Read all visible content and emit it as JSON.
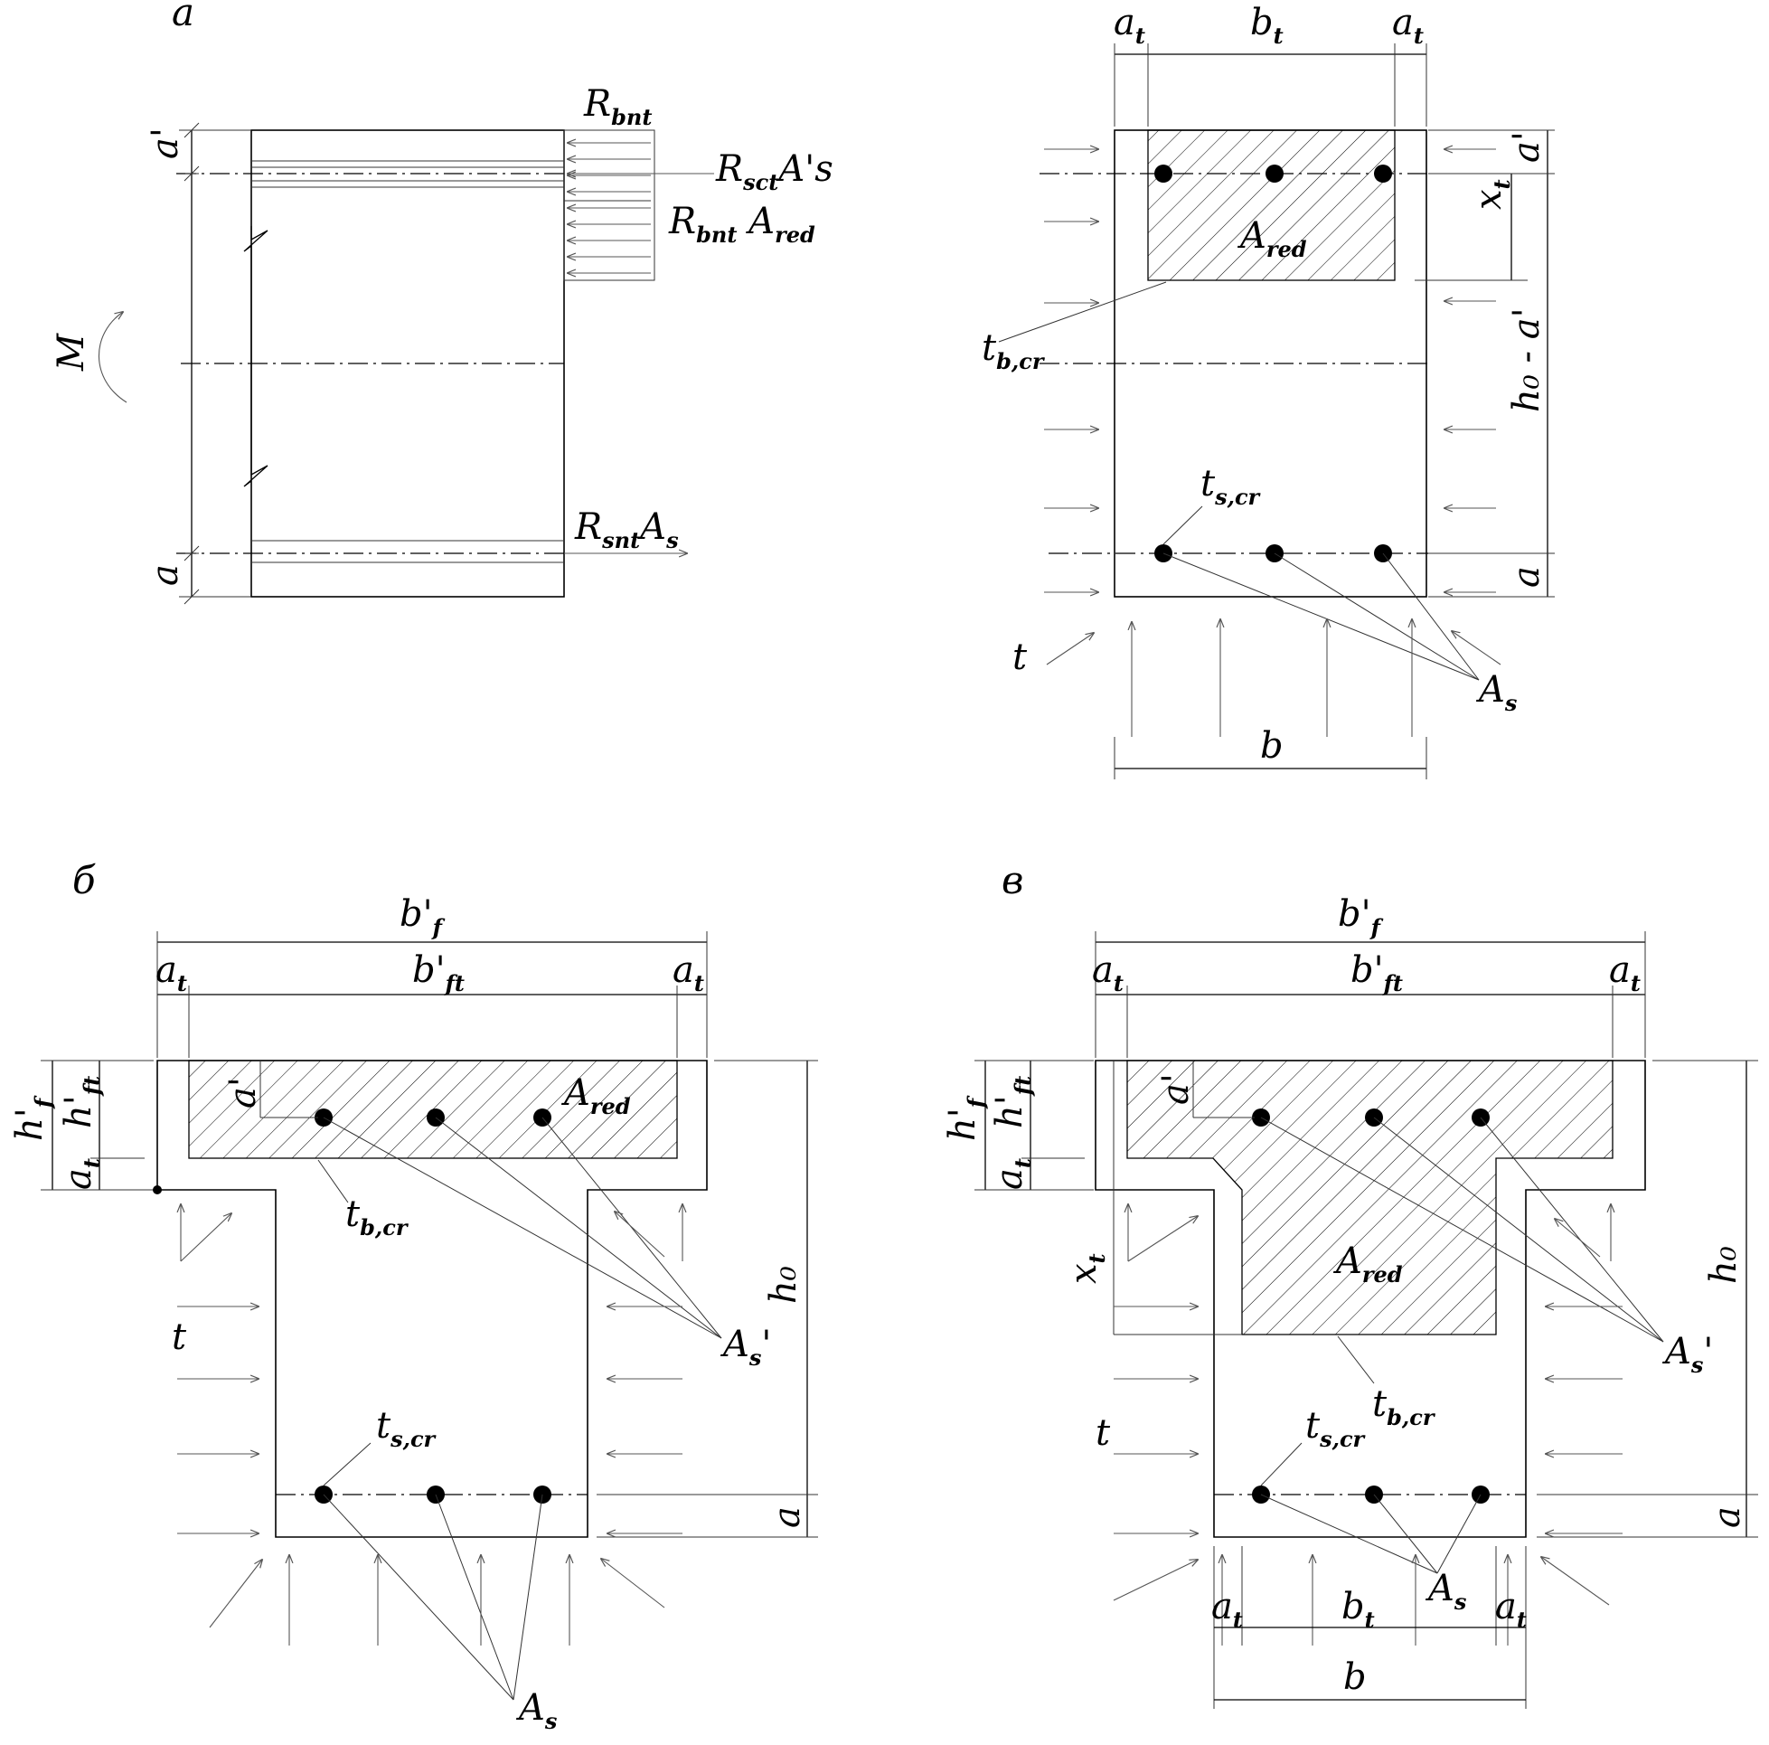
{
  "panels": {
    "a": "а",
    "b": "б",
    "c": "в"
  },
  "panel_a": {
    "moment": "M",
    "a_top": "a'",
    "a_bottom": "a",
    "R_bnt": {
      "main": "R",
      "sub": "bnt"
    },
    "R_sct": {
      "main": "R",
      "sub": "sct",
      "tail": "A's"
    },
    "R_bnt_Ared": {
      "main": "R",
      "sub": "bnt",
      "mid": " A",
      "sub2": "red"
    },
    "R_snt": {
      "main": "R",
      "sub": "snt",
      "tail": "A",
      "sub2": "s"
    }
  },
  "panel_a2": {
    "a_t_left": {
      "main": "a",
      "sub": "t"
    },
    "b_t": {
      "main": "b",
      "sub": "t"
    },
    "a_t_right": {
      "main": "a",
      "sub": "t"
    },
    "a_prime": "a'",
    "x_t": {
      "main": "x",
      "sub": "t"
    },
    "A_red": {
      "main": "A",
      "sub": "red"
    },
    "h0_minus_a": "h₀ - a'",
    "t_bcr": {
      "main": "t",
      "sub": "b,cr"
    },
    "t_scr": {
      "main": "t",
      "sub": "s,cr"
    },
    "a_bottom": "a",
    "t": "t",
    "A_s": {
      "main": "A",
      "sub": "s"
    },
    "b": "b"
  },
  "panel_b": {
    "b_f": {
      "main": "b'",
      "sub": "f"
    },
    "b_ft": {
      "main": "b'",
      "sub": "ft"
    },
    "a_t_left": {
      "main": "a",
      "sub": "t"
    },
    "a_t_right": {
      "main": "a",
      "sub": "t"
    },
    "h_f": {
      "main": "h'",
      "sub": "f"
    },
    "h_ft": {
      "main": "h'",
      "sub": "ft"
    },
    "a_t_vert": {
      "main": "a",
      "sub": "t"
    },
    "a_prime": "a'",
    "A_red": {
      "main": "A",
      "sub": "red"
    },
    "t_bcr": {
      "main": "t",
      "sub": "b,cr"
    },
    "h0": "h₀",
    "t": "t",
    "A_s_prime": {
      "main": "A",
      "sub": "s",
      "tail": "'"
    },
    "t_scr": {
      "main": "t",
      "sub": "s,cr"
    },
    "a_bottom": "a",
    "A_s": {
      "main": "A",
      "sub": "s"
    }
  },
  "panel_c": {
    "b_f": {
      "main": "b'",
      "sub": "f"
    },
    "b_ft": {
      "main": "b'",
      "sub": "ft"
    },
    "a_t_left": {
      "main": "a",
      "sub": "t"
    },
    "a_t_right": {
      "main": "a",
      "sub": "t"
    },
    "h_f": {
      "main": "h'",
      "sub": "f"
    },
    "h_ft": {
      "main": "h'",
      "sub": "ft"
    },
    "a_t_vert": {
      "main": "a",
      "sub": "t"
    },
    "x_t": {
      "main": "x",
      "sub": "t"
    },
    "a_prime": "a'",
    "A_red": {
      "main": "A",
      "sub": "red"
    },
    "h0": "h₀",
    "A_s_prime": {
      "main": "A",
      "sub": "s",
      "tail": "'"
    },
    "t_bcr": {
      "main": "t",
      "sub": "b,cr"
    },
    "t": "t",
    "t_scr": {
      "main": "t",
      "sub": "s,cr"
    },
    "a_bottom": "a",
    "A_s": {
      "main": "A",
      "sub": "s"
    },
    "a_t_bot_left": {
      "main": "a",
      "sub": "t"
    },
    "b_t": {
      "main": "b",
      "sub": "t"
    },
    "a_t_bot_right": {
      "main": "a",
      "sub": "t"
    },
    "b": "b"
  }
}
